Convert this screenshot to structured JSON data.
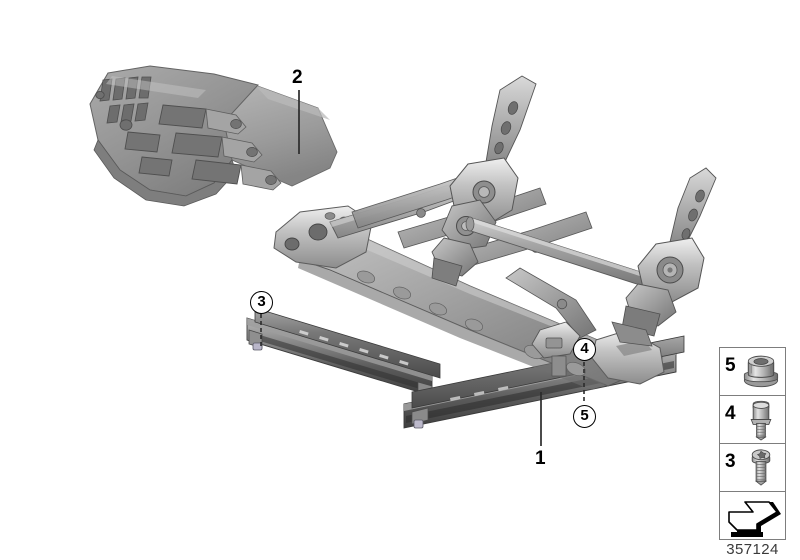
{
  "diagram": {
    "title": "Seat frame exploded parts diagram",
    "background_color": "#ffffff",
    "part_number": "357124",
    "metal_light": "#d4d4d4",
    "metal_mid": "#a8a8a8",
    "metal_dark": "#6e6e6e",
    "metal_shadow": "#4a4a4a",
    "outline_color": "#5a5a5a"
  },
  "callouts": [
    {
      "id": "callout-1",
      "label": "1",
      "style": "plain",
      "target": "seat-rail-front"
    },
    {
      "id": "callout-2",
      "label": "2",
      "style": "plain",
      "target": "seat-pan-spring-mat"
    },
    {
      "id": "callout-3",
      "label": "3",
      "style": "circled",
      "target": "rail-screw-rear"
    },
    {
      "id": "callout-4",
      "label": "4",
      "style": "circled",
      "target": "rail-bolt"
    },
    {
      "id": "callout-5",
      "label": "5",
      "style": "circled",
      "target": "rail-flange-nut"
    }
  ],
  "parts": [
    {
      "name": "seat-rail-assembly",
      "callout": "1"
    },
    {
      "name": "seat-pan-spring-mat",
      "callout": "2"
    },
    {
      "name": "torx-screw",
      "callout": "3"
    },
    {
      "name": "hex-bolt",
      "callout": "4"
    },
    {
      "name": "flange-nut",
      "callout": "5"
    }
  ],
  "legend": {
    "rows": [
      {
        "number": "5",
        "icon": "flange-nut-icon",
        "part": "flange nut"
      },
      {
        "number": "4",
        "icon": "hex-bolt-icon",
        "part": "hex bolt"
      },
      {
        "number": "3",
        "icon": "torx-screw-icon",
        "part": "torx screw"
      },
      {
        "number": "",
        "icon": "direction-arrow-icon",
        "part": "direction of travel arrow"
      }
    ]
  }
}
